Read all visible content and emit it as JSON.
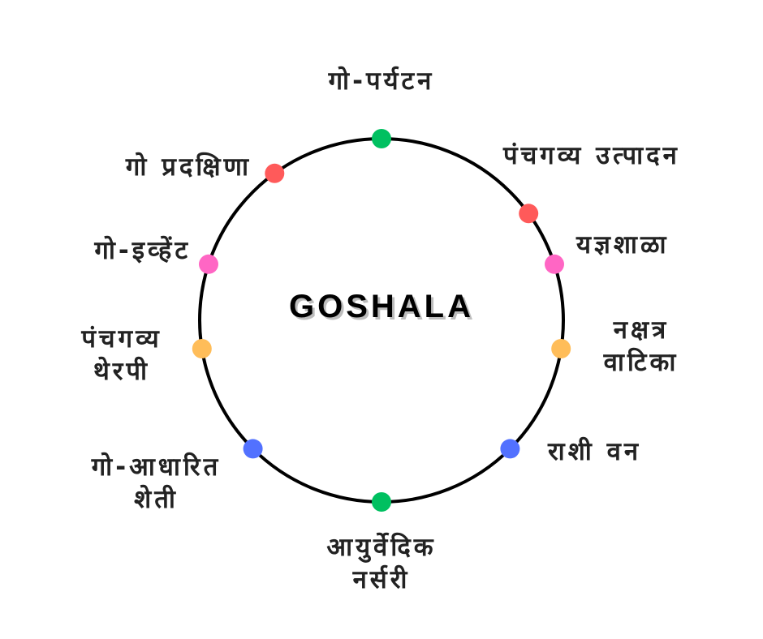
{
  "center_title": "GOSHALA",
  "nodes": [
    {
      "label_lines": [
        "गो-पर्यटन"
      ],
      "color": "#00c060"
    },
    {
      "label_lines": [
        "पंचगव्य उत्पादन"
      ],
      "color": "#ff5a5a"
    },
    {
      "label_lines": [
        "यज्ञशाळा"
      ],
      "color": "#ff66c4"
    },
    {
      "label_lines": [
        "नक्षत्र",
        "वाटिका"
      ],
      "color": "#ffbd59"
    },
    {
      "label_lines": [
        "राशी वन"
      ],
      "color": "#5271ff"
    },
    {
      "label_lines": [
        "आयुर्वेदिक",
        "नर्सरी"
      ],
      "color": "#00c060"
    },
    {
      "label_lines": [
        "गो-आधारित",
        "शेती"
      ],
      "color": "#5271ff"
    },
    {
      "label_lines": [
        "पंचगव्य",
        "थेरपी"
      ],
      "color": "#ffbd59"
    },
    {
      "label_lines": [
        "गो-इव्हेंट"
      ],
      "color": "#ff66c4"
    },
    {
      "label_lines": [
        "गो प्रदक्षिणा"
      ],
      "color": "#ff5a5a"
    }
  ]
}
